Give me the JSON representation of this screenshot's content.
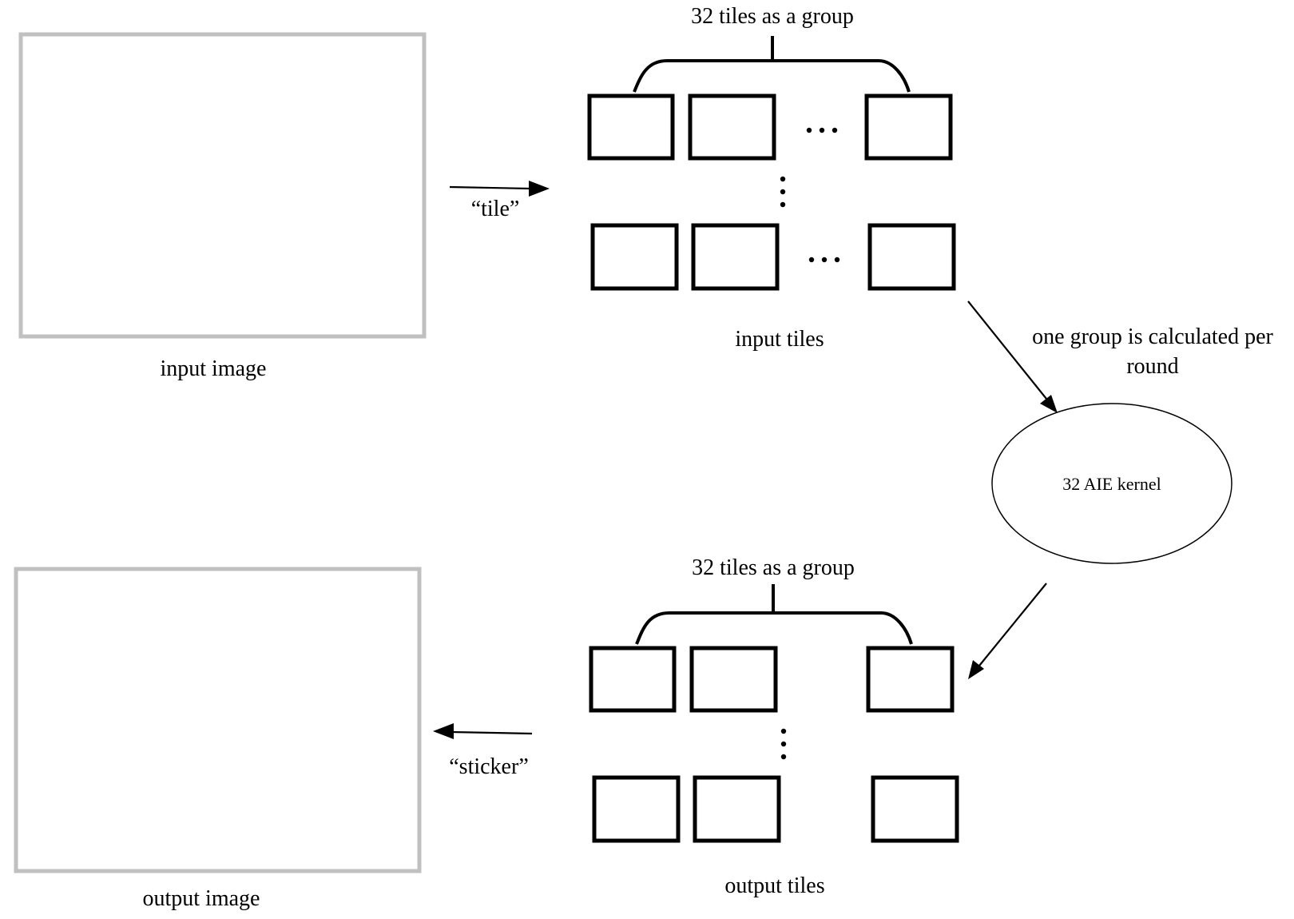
{
  "input_image": {
    "label": "input image"
  },
  "output_image": {
    "label": "output image"
  },
  "tile_arrow": {
    "label": "“tile”"
  },
  "sticker_arrow": {
    "label": "“sticker”"
  },
  "input_tiles": {
    "group_label": "32 tiles as a group",
    "label": "input tiles",
    "row_ellipsis": "···",
    "column_ellipsis": "⋮"
  },
  "output_tiles": {
    "group_label": "32 tiles as a group",
    "label": "output tiles",
    "column_ellipsis": "⋮"
  },
  "round_note": {
    "line1": "one group is calculated per",
    "line2": "round"
  },
  "kernel": {
    "label": "32 AIE kernel"
  }
}
